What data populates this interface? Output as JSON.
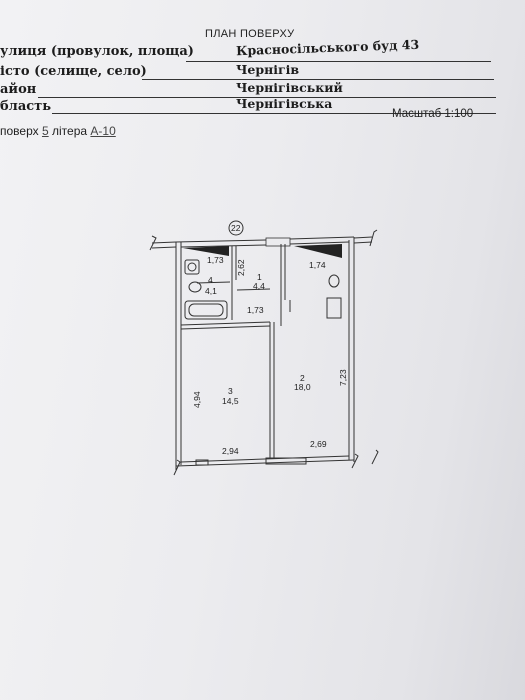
{
  "header": {
    "title": "ПЛАН ПОВЕРХУ",
    "rows": [
      {
        "label": "улиця (провулок, площа)",
        "value": "Красносільського  буд 43"
      },
      {
        "label": "істо (селище, село)",
        "value": "Чернігів"
      },
      {
        "label": "айон",
        "value": "Чернігівський"
      },
      {
        "label": "бласть",
        "value": "Чернігівська"
      }
    ],
    "scale": "Масштаб 1:100",
    "floor_prefix": "поверх",
    "floor_value": "5",
    "letter_prefix": "літера",
    "letter_value": "А-10"
  },
  "plan": {
    "building_number": "22",
    "rooms": [
      {
        "number": "1",
        "area": "4,4"
      },
      {
        "number": "2",
        "area": "18,0"
      },
      {
        "number": "3",
        "area": "14,5"
      },
      {
        "number": "4",
        "area": "4,1"
      }
    ],
    "dimensions": {
      "bath_width": "1,73",
      "corridor_length": "2,62",
      "corridor_width": "1,73",
      "kitchen_width": "1,74",
      "room2_length": "7,23",
      "room3_length": "4,94",
      "room3_width": "2,94",
      "room2_width": "2,69"
    }
  }
}
